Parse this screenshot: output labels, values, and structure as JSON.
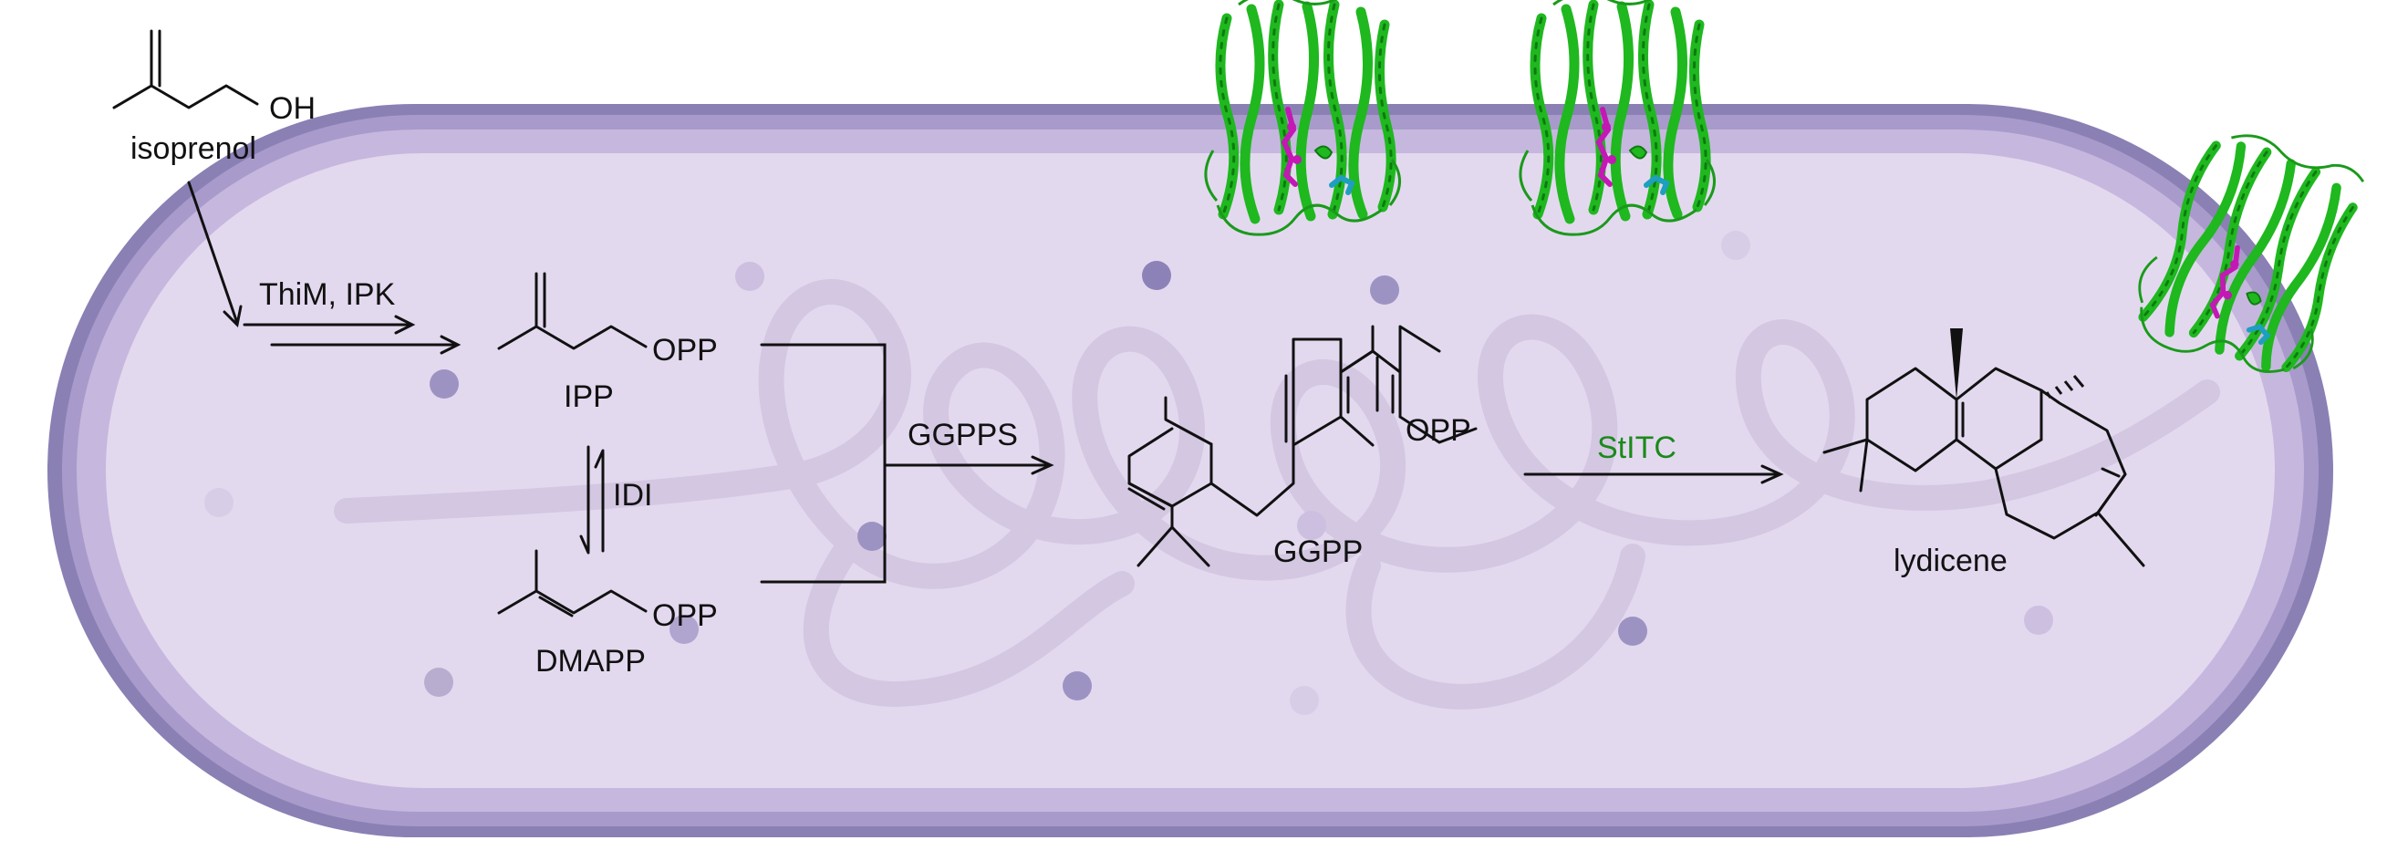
{
  "molecules": {
    "isoprenol": {
      "name": "isoprenol",
      "oh": "OH"
    },
    "ipp": {
      "name": "IPP",
      "opp": "OPP"
    },
    "dmapp": {
      "name": "DMAPP",
      "opp": "OPP"
    },
    "ggpp": {
      "name": "GGPP",
      "opp": "OPP"
    },
    "lydicene": {
      "name": "lydicene"
    }
  },
  "enzymes": {
    "step1": "ThiM, IPK",
    "isomerase": "IDI",
    "synthase": "GGPPS",
    "cyclase": "StITC"
  },
  "colors": {
    "membrane_outer": "#8a80b4",
    "membrane_mid": "#a89bcb",
    "membrane_inner": "#c6b7de",
    "cytoplasm": "#e3d9ef",
    "dna": "#d4c8e3",
    "granule_dark": "#9d93c3",
    "granule_light": "#d8cde6",
    "protein": "#22c422",
    "protein_dark": "#0f8a12",
    "ligand": "#c318b4",
    "ligand_alt": "#1e9fbf",
    "enzyme_highlight": "#1a8a1a",
    "ink": "#111111"
  },
  "icons": [
    "protein-cartoon-icon"
  ]
}
